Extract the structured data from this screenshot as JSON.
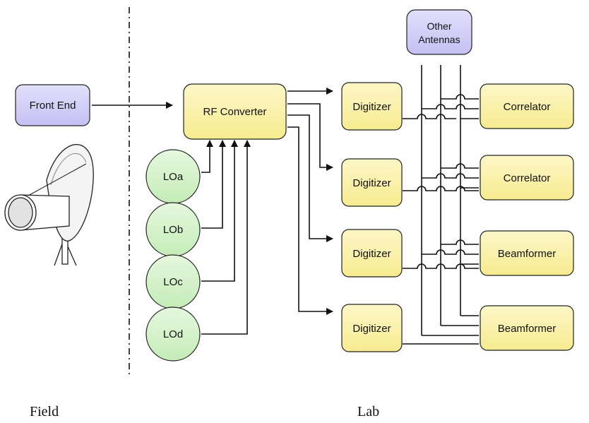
{
  "nodes": {
    "front_end": "Front End",
    "rf_converter": "RF Converter",
    "other_antennas": [
      "Other",
      "Antennas"
    ],
    "lo": [
      "LOa",
      "LOb",
      "LOc",
      "LOd"
    ],
    "digitizers": [
      "Digitizer",
      "Digitizer",
      "Digitizer",
      "Digitizer"
    ],
    "processors": [
      "Correlator",
      "Correlator",
      "Beamformer",
      "Beamformer"
    ]
  },
  "labels": {
    "field": "Field",
    "lab": "Lab"
  },
  "colors": {
    "front_end": "#c9c4f5",
    "other_antennas": "#c9c4f5",
    "yellow_box": "#fbf1a3",
    "lo_circle": "#ccefc2",
    "stroke": "#222222"
  }
}
